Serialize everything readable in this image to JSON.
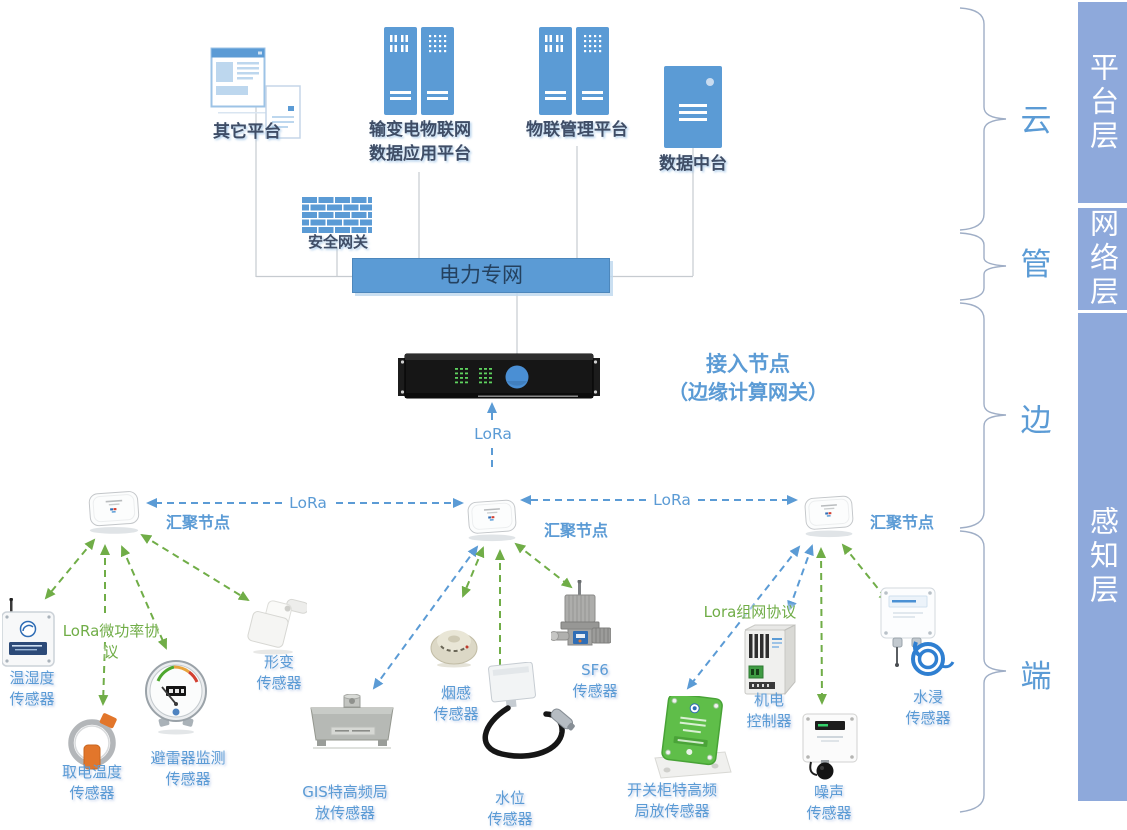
{
  "colors": {
    "accent_blue": "#5B9BD5",
    "band_blue": "#8EA9DB",
    "green": "#70AD47",
    "bar_fill": "#5B9BD5",
    "bar_text": "#24415F",
    "dark_label": "#3F4D66"
  },
  "side": {
    "band": [
      {
        "label": "平台层"
      },
      {
        "label": "网络层"
      },
      {
        "label": "感知层"
      }
    ],
    "tags": [
      {
        "label": "云"
      },
      {
        "label": "管"
      },
      {
        "label": "边"
      },
      {
        "label": "端"
      }
    ]
  },
  "platforms": {
    "other": "其它平台",
    "power_iot": {
      "line1": "输变电物联网",
      "line2": "数据应用平台"
    },
    "iot_mgmt": "物联管理平台",
    "data_mid": "数据中台",
    "security_gateway": "安全网关",
    "power_network": "电力专网"
  },
  "edge": {
    "line1": "接入节点",
    "line2": "（边缘计算网关）",
    "lora": "LoRa"
  },
  "agg": {
    "node": "汇聚节点",
    "link": "LoRa",
    "proto_left": "LoRa微功率协议",
    "proto_right": "Lora组网协议"
  },
  "sensors": [
    {
      "id": "temp-humidity",
      "line1": "温湿度",
      "line2": "传感器"
    },
    {
      "id": "power-temp",
      "line1": "取电温度",
      "line2": "传感器"
    },
    {
      "id": "arrester",
      "line1": "避雷器监测",
      "line2": "传感器"
    },
    {
      "id": "deformation",
      "line1": "形变",
      "line2": "传感器"
    },
    {
      "id": "gis-pd",
      "line1": "GIS特高频局",
      "line2": "放传感器"
    },
    {
      "id": "smoke",
      "line1": "烟感",
      "line2": "传感器"
    },
    {
      "id": "water-level",
      "line1": "水位",
      "line2": "传感器"
    },
    {
      "id": "sf6",
      "line1": "SF6",
      "line2": "传感器"
    },
    {
      "id": "switchgear-pd",
      "line1": "开关柜特高频",
      "line2": "局放传感器"
    },
    {
      "id": "mech-controller",
      "line1": "机电",
      "line2": "控制器"
    },
    {
      "id": "noise",
      "line1": "噪声",
      "line2": "传感器"
    },
    {
      "id": "water-immersion",
      "line1": "水浸",
      "line2": "传感器"
    }
  ]
}
